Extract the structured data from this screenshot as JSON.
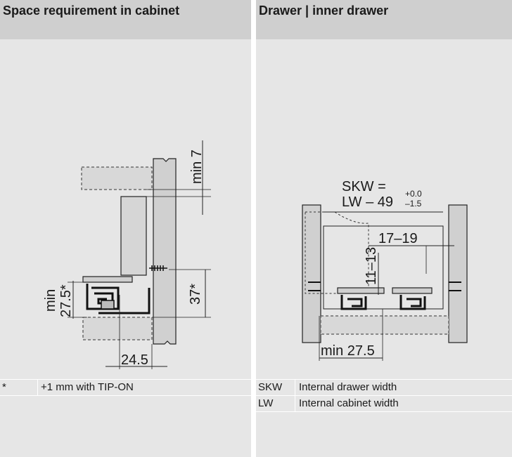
{
  "left_panel": {
    "title": "Space requirement in cabinet",
    "dims": {
      "min_7": "min 7",
      "min_27_5": "min\n27.5*",
      "min_label": "min",
      "val_27_5": "27.5*",
      "d37": "37*",
      "d24_5": "24.5"
    },
    "notes": [
      {
        "key": "*",
        "value": "+1 mm with TIP-ON"
      }
    ]
  },
  "right_panel": {
    "title": "Drawer | inner drawer",
    "dims": {
      "skw": "SKW =",
      "lw": "LW – 49",
      "tol_up": "+0.0",
      "tol_down": "–1.5",
      "d17_19": "17–19",
      "d11_13": "11–13",
      "min_27_5": "min 27.5"
    },
    "notes": [
      {
        "key": "SKW",
        "value": "Internal drawer width"
      },
      {
        "key": "LW",
        "value": "Internal cabinet width"
      }
    ]
  }
}
